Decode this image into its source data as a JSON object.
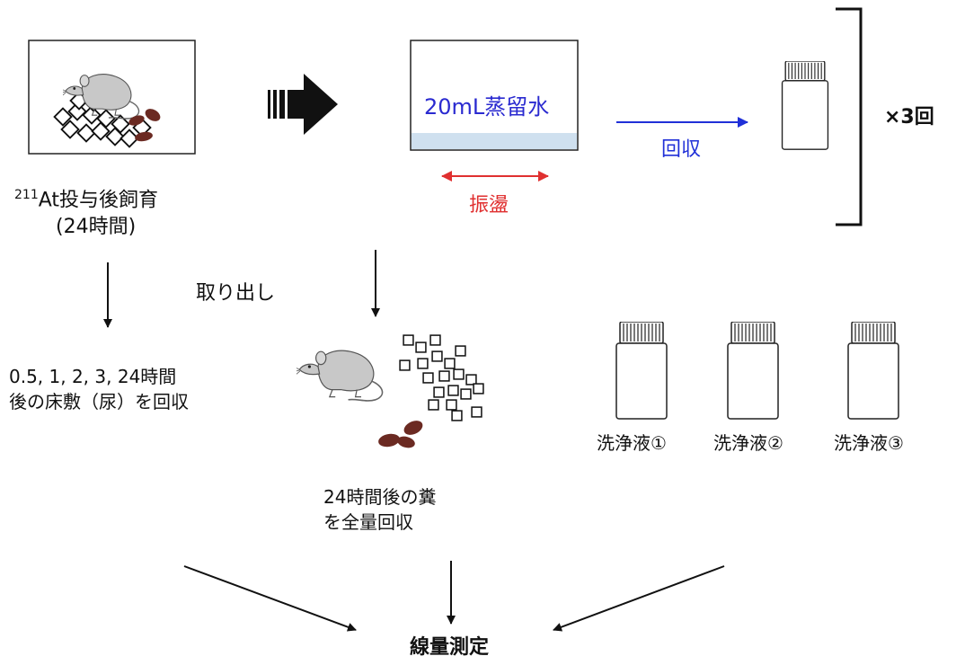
{
  "step_dosing": {
    "caption_sup": "211",
    "caption_line1": "At投与後飼育",
    "caption_line2": "(24時間)"
  },
  "step_urine": {
    "line1": "0.5, 1, 2, 3, 24時間",
    "line2": "後の床敷（尿）を回収"
  },
  "step_feces": {
    "removal_label": "取り出し",
    "line1": "24時間後の糞",
    "line2": "を全量回収"
  },
  "step_wash": {
    "water_label": "20mL蒸留水",
    "shake_label": "振盪",
    "collect_label": "回収",
    "repeat_label": "×3回"
  },
  "wash_bottles": [
    {
      "label": "洗浄液①"
    },
    {
      "label": "洗浄液②"
    },
    {
      "label": "洗浄液③"
    }
  ],
  "final_step": {
    "label": "線量測定"
  },
  "colors": {
    "water_text": "#2a2ad0",
    "water_fill": "#cfe0ef",
    "shake": "#e03030",
    "collect": "#2030d8",
    "feces": "#6b2a22",
    "mouse_body": "#c8c8c8"
  }
}
